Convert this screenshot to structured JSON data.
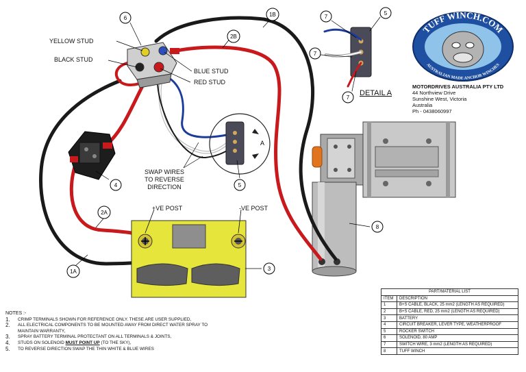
{
  "labels": {
    "yellow_stud": "YELLOW STUD",
    "black_stud": "BLACK STUD",
    "blue_stud": "BLUE STUD",
    "red_stud": "RED STUD",
    "ve_pos": "+VE POST",
    "ve_neg": "-VE POST",
    "swap_wires": [
      "SWAP WIRES",
      "TO REVERSE",
      "DIRECTION"
    ],
    "detail_marker": "A",
    "detail_a": "DETAIL A"
  },
  "callouts": {
    "c6": "6",
    "c1b": "1B",
    "c2b": "2B",
    "c4": "4",
    "c5": "5",
    "c2a": "2A",
    "c1a": "1A",
    "c3": "3",
    "c8": "8",
    "d7a": "7",
    "d7b": "7",
    "d7c": "7",
    "d5": "5"
  },
  "logo": {
    "top_text": "TUFF WINCH.COM",
    "bottom_text": "AUSTRALIAN MADE ANCHOR WINCHES",
    "colors": {
      "outer": "#1f4fa0",
      "inner": "#8fc3ea"
    }
  },
  "company": {
    "name": "MOTORDRIVES AUSTRALIA PTY LTD",
    "street": "44 Northview Drive",
    "suburb": "Sunshine West, Victoria",
    "country": "Australia",
    "phone": "Ph - 0438060997"
  },
  "notes": {
    "title": "NOTES :-",
    "items": [
      {
        "n": "1.",
        "text": "CRIMP TERMINALS SHOWN FOR REFERENCE ONLY. THESE ARE USER SUPPLIED,"
      },
      {
        "n": "2.",
        "text": "ALL ELECTRICAL COMPONENTS TO BE MOUNTED AWAY FROM DIRECT WATER SPRAY TO MAINTAIN WARRANTY,"
      },
      {
        "n": "3.",
        "text": "SPRAY BATTERY TERMINAL PROTECTANT ON ALL TERMINALS & JOINTS,"
      },
      {
        "n": "4.",
        "pre": "STUDS ON SOLENOID ",
        "em": "MUST POINT UP",
        "post": " (TO THE SKY),"
      },
      {
        "n": "5.",
        "text": "TO REVERSE DIRECTION SWAP THE THIN WHITE & BLUE WIRES"
      }
    ]
  },
  "parts": {
    "title": "PART/MATERIAL LIST",
    "col_item": "ITEM",
    "col_desc": "DESCRIPTION",
    "rows": [
      {
        "item": "1",
        "desc": "B+S CABLE, BLACK, 25 mm2 (LENGTH AS REQUIRED)"
      },
      {
        "item": "2",
        "desc": "B+S CABLE, RED, 25 mm2 (LENGTH AS REQUIRED)"
      },
      {
        "item": "3",
        "desc": "BATTERY"
      },
      {
        "item": "4",
        "desc": "CIRCUIT BREAKER, LEVER TYPE, WEATHERPROOF"
      },
      {
        "item": "5",
        "desc": "ROCKER SWITCH"
      },
      {
        "item": "6",
        "desc": "SOLENOID, 80 AMP"
      },
      {
        "item": "7",
        "desc": "SWITCH WIRE, 3 mm2 (LENGTH AS REQUIRED)"
      },
      {
        "item": "8",
        "desc": "TUFF WINCH"
      }
    ]
  },
  "colors": {
    "red_cable": "#c8191c",
    "black_cable": "#1a1a1a",
    "blue_wire": "#1c3c9c",
    "white_wire": "#e6e6e6",
    "battery": "#e5e53b"
  }
}
